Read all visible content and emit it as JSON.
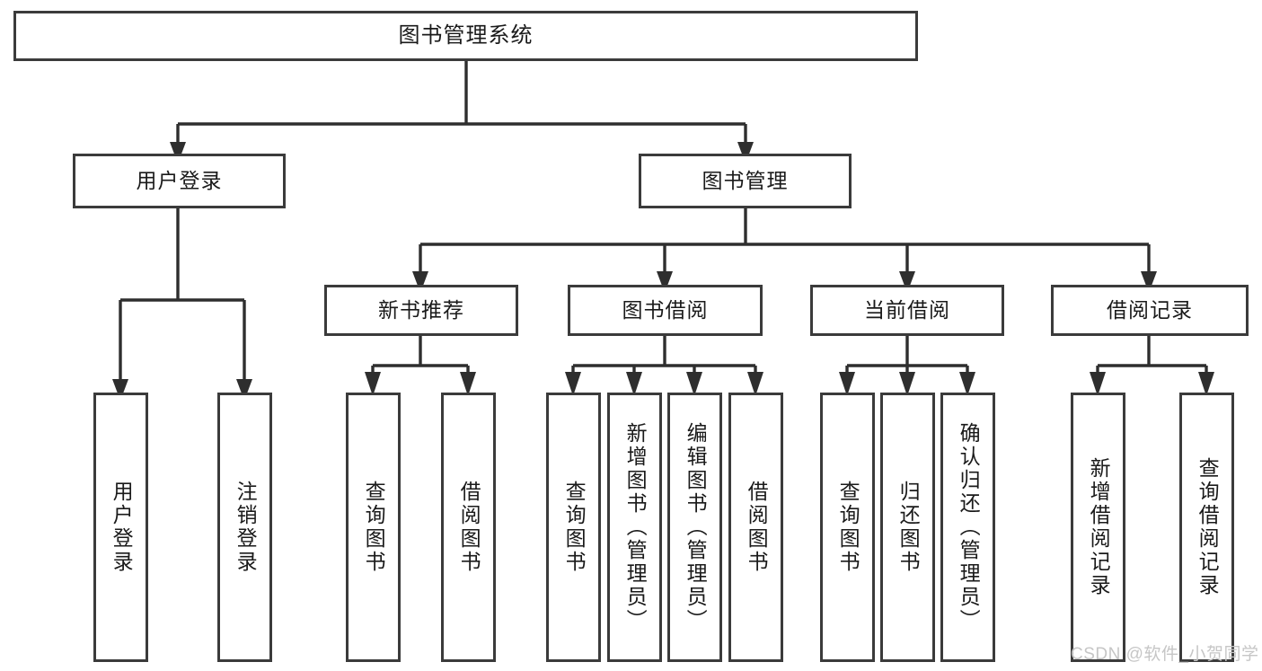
{
  "diagram": {
    "type": "tree-hierarchy-chart",
    "title": "图书管理系统",
    "watermark": "CSDN @软件_小贺同学",
    "style": {
      "border_color": "#3b3b3b",
      "fill_color": "#ffffff",
      "text_color": "#1a1a1a",
      "watermark_color": "#c6c6c6",
      "background": "#ffffff"
    },
    "nodes": {
      "root": {
        "label": "图书管理系统"
      },
      "level1": [
        {
          "id": "user-login",
          "label": "用户登录"
        },
        {
          "id": "book-management",
          "label": "图书管理"
        }
      ],
      "level2": [
        {
          "id": "new-book-recommend",
          "label": "新书推荐",
          "parent": "book-management"
        },
        {
          "id": "book-borrow",
          "label": "图书借阅",
          "parent": "book-management"
        },
        {
          "id": "current-borrow",
          "label": "当前借阅",
          "parent": "book-management"
        },
        {
          "id": "borrow-record",
          "label": "借阅记录",
          "parent": "book-management"
        }
      ],
      "leaves": [
        {
          "id": "leaf-user-login",
          "label": "用户登录",
          "parent": "user-login"
        },
        {
          "id": "leaf-logout-login",
          "label": "注销登录",
          "parent": "user-login"
        },
        {
          "id": "leaf-query-book-1",
          "label": "查询图书",
          "parent": "new-book-recommend"
        },
        {
          "id": "leaf-borrow-book-1",
          "label": "借阅图书",
          "parent": "new-book-recommend"
        },
        {
          "id": "leaf-query-book-2",
          "label": "查询图书",
          "parent": "book-borrow"
        },
        {
          "id": "leaf-add-book",
          "label": "新增图书（管理员）",
          "parent": "book-borrow"
        },
        {
          "id": "leaf-edit-book",
          "label": "编辑图书（管理员）",
          "parent": "book-borrow"
        },
        {
          "id": "leaf-borrow-book-2",
          "label": "借阅图书",
          "parent": "book-borrow"
        },
        {
          "id": "leaf-query-book-3",
          "label": "查询图书",
          "parent": "current-borrow"
        },
        {
          "id": "leaf-return-book",
          "label": "归还图书",
          "parent": "current-borrow"
        },
        {
          "id": "leaf-confirm-return",
          "label": "确认归还（管理员）",
          "parent": "current-borrow"
        },
        {
          "id": "leaf-add-record",
          "label": "新增借阅记录",
          "parent": "borrow-record"
        },
        {
          "id": "leaf-query-record",
          "label": "查询借阅记录",
          "parent": "borrow-record"
        }
      ]
    }
  }
}
